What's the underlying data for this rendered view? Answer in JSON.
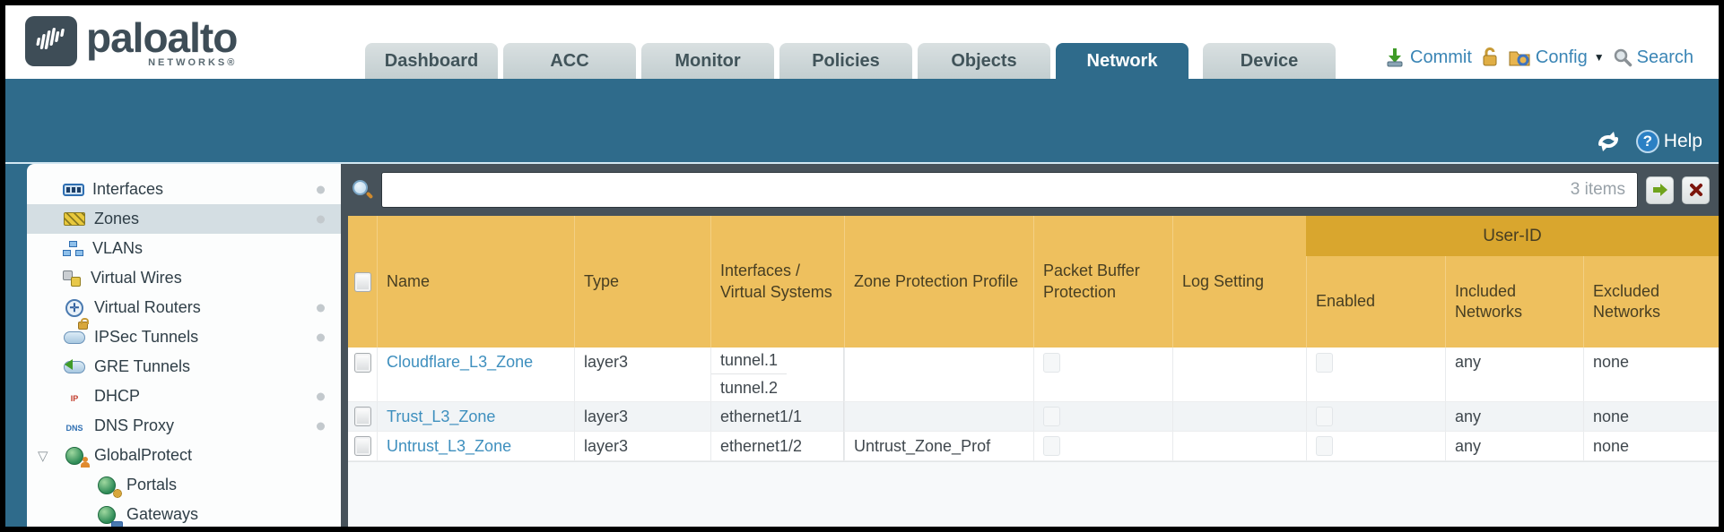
{
  "brand": {
    "name": "paloalto",
    "sub": "NETWORKS®"
  },
  "topnav": {
    "tabs": [
      {
        "label": "Dashboard",
        "active": false
      },
      {
        "label": "ACC",
        "active": false
      },
      {
        "label": "Monitor",
        "active": false
      },
      {
        "label": "Policies",
        "active": false
      },
      {
        "label": "Objects",
        "active": false
      },
      {
        "label": "Network",
        "active": true
      },
      {
        "label": "Device",
        "active": false
      }
    ],
    "actions": {
      "commit": "Commit",
      "config": "Config",
      "search": "Search"
    }
  },
  "band": {
    "help": "Help"
  },
  "sidebar": {
    "items": [
      {
        "label": "Interfaces"
      },
      {
        "label": "Zones"
      },
      {
        "label": "VLANs"
      },
      {
        "label": "Virtual Wires"
      },
      {
        "label": "Virtual Routers"
      },
      {
        "label": "IPSec Tunnels"
      },
      {
        "label": "GRE Tunnels"
      },
      {
        "label": "DHCP"
      },
      {
        "label": "DNS Proxy"
      },
      {
        "label": "GlobalProtect"
      },
      {
        "label": "Portals"
      },
      {
        "label": "Gateways"
      }
    ],
    "selected": "Zones"
  },
  "filter": {
    "value": "",
    "count": "3 items"
  },
  "table": {
    "group_header": "User-ID",
    "columns": {
      "name": "Name",
      "type": "Type",
      "interfaces": "Interfaces / Virtual Systems",
      "zpp": "Zone Protection Profile",
      "pbp": "Packet Buffer Protection",
      "log": "Log Setting",
      "enabled": "Enabled",
      "included": "Included Networks",
      "excluded": "Excluded Networks"
    },
    "rows": [
      {
        "name": "Cloudflare_L3_Zone",
        "type": "layer3",
        "interfaces": [
          "tunnel.1",
          "tunnel.2"
        ],
        "zpp": "",
        "log": "",
        "included": "any",
        "excluded": "none"
      },
      {
        "name": "Trust_L3_Zone",
        "type": "layer3",
        "interfaces": [
          "ethernet1/1"
        ],
        "zpp": "",
        "log": "",
        "included": "any",
        "excluded": "none"
      },
      {
        "name": "Untrust_L3_Zone",
        "type": "layer3",
        "interfaces": [
          "ethernet1/2"
        ],
        "zpp": "Untrust_Zone_Prof",
        "log": "",
        "included": "any",
        "excluded": "none"
      }
    ]
  },
  "icons": {
    "expander_open": "▽",
    "caret_down": "▼",
    "dhcp_badge": "IP",
    "dns_badge": "DNS",
    "vrouter_glyph": "✛",
    "help_glyph": "?"
  },
  "colors": {
    "teal_band": "#2f6b8b",
    "filterbar": "#47525a",
    "header_orange": "#eec05e",
    "userid_orange": "#d9a62e",
    "link_blue": "#3e8fbe",
    "selected_row": "#d4dee3",
    "tab_inactive": "#c9d3d5"
  }
}
